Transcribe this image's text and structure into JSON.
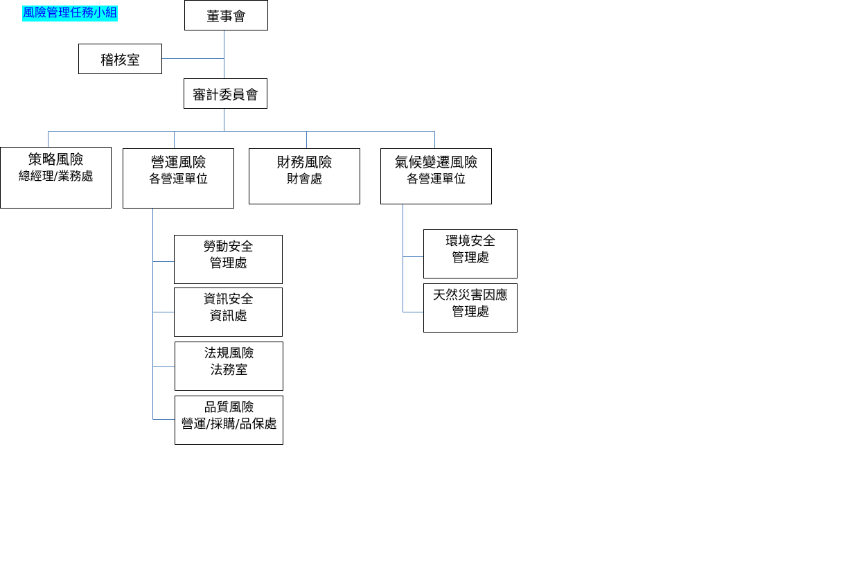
{
  "title": "風險管理任務小組",
  "colors": {
    "connector": "#4f81bd",
    "border": "#000000",
    "title_bg": "#00ffff",
    "title_text": "#0000ff"
  },
  "nodes": {
    "board": "董事會",
    "audit_office": "稽核室",
    "audit_committee": "審計委員會",
    "strategic": {
      "name": "策略風險",
      "owner": "總經理/業務處"
    },
    "operational": {
      "name": "營運風險",
      "owner": "各營運單位"
    },
    "financial": {
      "name": "財務風險",
      "owner": "財會處"
    },
    "climate": {
      "name": "氣候變遷風險",
      "owner": "各營運單位"
    },
    "labor_safety": {
      "name": "勞動安全",
      "owner": "管理處"
    },
    "info_security": {
      "name": "資訊安全",
      "owner": "資訊處"
    },
    "legal": {
      "name": "法規風險",
      "owner": "法務室"
    },
    "quality": {
      "name": "品質風險",
      "owner": "營運/採購/品保處"
    },
    "env_safety": {
      "name": "環境安全",
      "owner": "管理處"
    },
    "disaster": {
      "name": "天然災害因應",
      "owner": "管理處"
    }
  }
}
